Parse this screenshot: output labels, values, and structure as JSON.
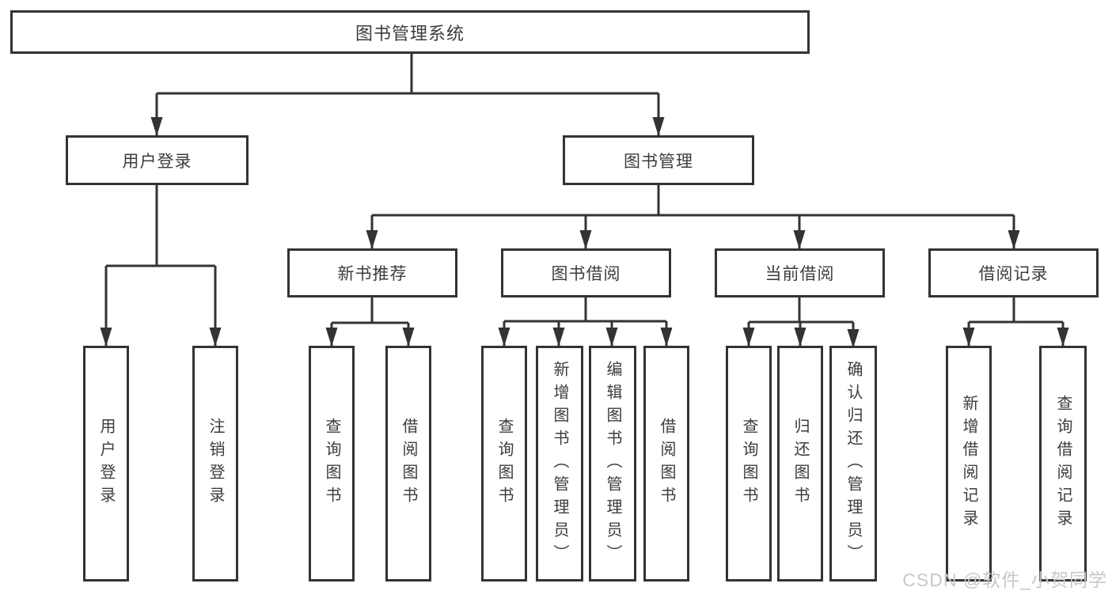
{
  "tree": {
    "root": "图书管理系统",
    "branches": [
      {
        "label": "用户登录",
        "leaves": [
          "用户登录",
          "注销登录"
        ]
      },
      {
        "label": "图书管理",
        "sections": [
          {
            "label": "新书推荐",
            "leaves": [
              "查询图书",
              "借阅图书"
            ]
          },
          {
            "label": "图书借阅",
            "leaves": [
              "查询图书",
              "新增图书（管理员）",
              "编辑图书（管理员）",
              "借阅图书"
            ]
          },
          {
            "label": "当前借阅",
            "leaves": [
              "查询图书",
              "归还图书",
              "确认归还（管理员）"
            ]
          },
          {
            "label": "借阅记录",
            "leaves": [
              "新增借阅记录",
              "查询借阅记录"
            ]
          }
        ]
      }
    ]
  },
  "watermark": "CSDN @软件_小贺同学",
  "colors": {
    "line": "#333333",
    "text": "#3c3c3c",
    "watermark": "#c8c8c8",
    "background": "#ffffff"
  }
}
